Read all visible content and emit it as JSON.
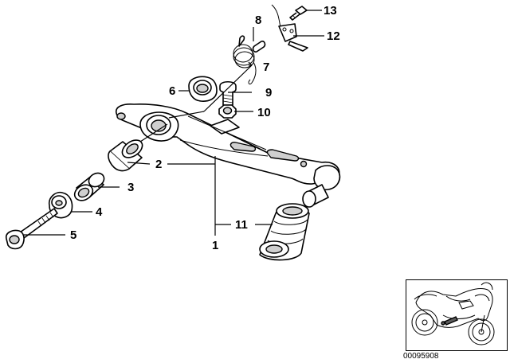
{
  "callouts": {
    "c1": "1",
    "c2": "2",
    "c3": "3",
    "c4": "4",
    "c5": "5",
    "c6": "6",
    "c7": "7",
    "c8": "8",
    "c9": "9",
    "c10": "10",
    "c11": "11",
    "c12": "12",
    "c13": "13"
  },
  "catalog_number": "00095908"
}
